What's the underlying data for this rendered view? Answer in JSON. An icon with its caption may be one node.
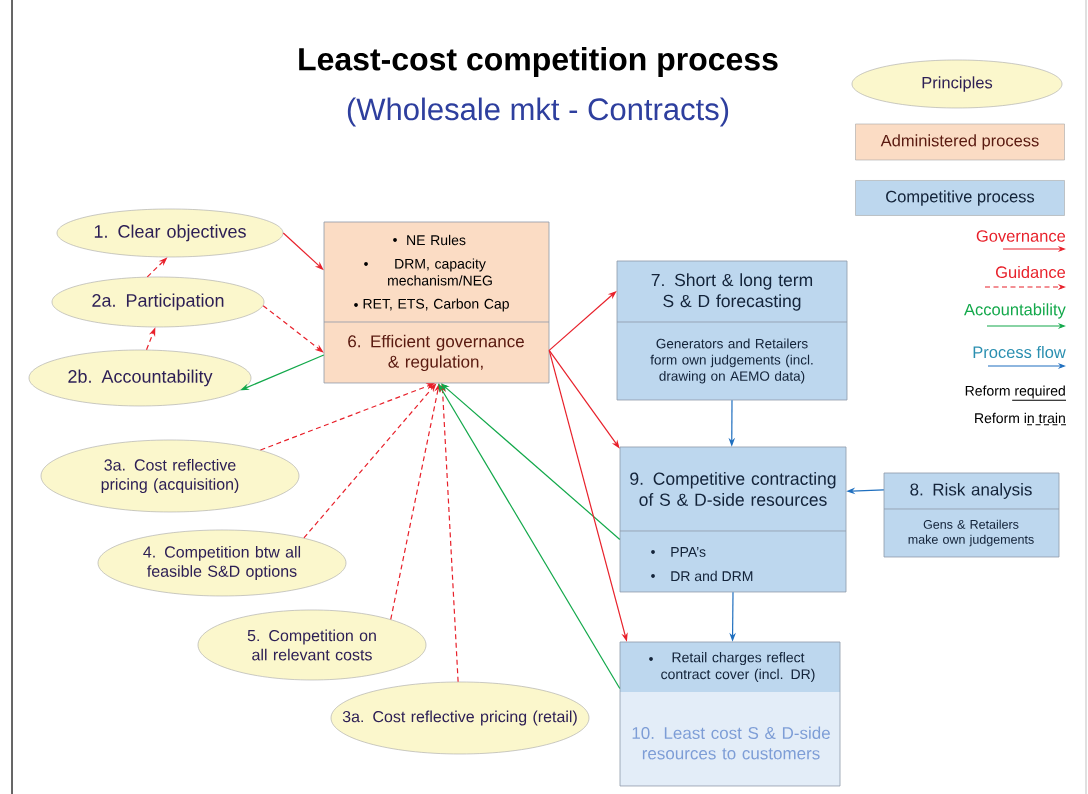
{
  "diagram": {
    "title": "Least-cost competition process",
    "nodes": [
      {
        "text": [
          "1. Clear objectives"
        ]
      },
      {
        "text": [
          "2a. Participation"
        ]
      },
      {
        "text": [
          "2b. Accountability"
        ]
      },
      {
        "text": [
          "3a. Cost reflective pricing (acquisition)"
        ]
      },
      {
        "text": [
          "4. Competition btw all feasible S&D options"
        ]
      },
      {
        "text": [
          "5. Competition on all relevant costs"
        ]
      },
      {
        "text": [
          "3a. Cost reflective pricing (retail)"
        ]
      },
      {
        "text": [
          "NE Rules",
          "DRM, capacity mechanism/NEG",
          "RET, ETS, Carbon Cap",
          "6. Efficient governance & regulation,"
        ]
      },
      {
        "text": [
          "7. Short & long term S & D forecasting",
          "Generators and Retailers form own judgements (incl. drawing on AEMO data)"
        ]
      },
      {
        "text": [
          "9. Competitive contracting of S & D-side resources",
          "PPA’s",
          "DR and DRM"
        ]
      },
      {
        "text": [
          "8. Risk analysis",
          "Gens & Retailers make own judgements"
        ]
      },
      {
        "text": [
          "Retail charges reflect contract cover (incl. DR)",
          "10. Least cost S & D-side resources to customers"
        ]
      }
    ],
    "edges": [
      {
        "from": 0,
        "to": 7,
        "arrow": "to"
      },
      {
        "from": 1,
        "to": 0,
        "arrow": "to",
        "style": "dashed"
      },
      {
        "from": 2,
        "to": 1,
        "arrow": "to",
        "style": "dashed"
      },
      {
        "from": 1,
        "to": 7,
        "arrow": "to",
        "style": "dashed"
      },
      {
        "from": 7,
        "to": 2,
        "arrow": "to",
        "color": "#12a84a"
      },
      {
        "from": 3,
        "to": 7,
        "arrow": "to",
        "style": "dashed"
      },
      {
        "from": 4,
        "to": 7,
        "arrow": "to",
        "style": "dashed"
      },
      {
        "from": 5,
        "to": 7,
        "arrow": "to",
        "style": "dashed"
      },
      {
        "from": 6,
        "to": 7,
        "arrow": "to",
        "style": "dashed"
      },
      {
        "from": 9,
        "to": 7,
        "arrow": "to",
        "color": "#12a84a"
      },
      {
        "from": 11,
        "to": 7,
        "arrow": "to",
        "color": "#12a84a"
      },
      {
        "from": 7,
        "to": 8,
        "arrow": "to"
      },
      {
        "from": 7,
        "to": 9,
        "arrow": "to"
      },
      {
        "from": 7,
        "to": 11,
        "arrow": "to"
      },
      {
        "from": 8,
        "to": 9,
        "arrow": "to",
        "color": "#1f6fbf"
      },
      {
        "from": 10,
        "to": 9,
        "arrow": "to",
        "color": "#1f6fbf"
      },
      {
        "from": 9,
        "to": 11,
        "arrow": "to",
        "color": "#1f6fbf"
      }
    ],
    "labels": [
      "(Wholesale mkt - Contracts)"
    ],
    "legend": [
      {
        "text": "Principles",
        "color": "#fbf7cc"
      },
      {
        "text": "Administered process",
        "color": "#fbdcc4"
      },
      {
        "text": "Competitive process",
        "color": "#bdd7ee"
      },
      {
        "text": "Governance"
      },
      {
        "text": "Guidance"
      },
      {
        "text": "Accountability"
      },
      {
        "text": "Process flow"
      },
      {
        "text": "Reform required"
      },
      {
        "text": "Reform in train"
      }
    ]
  }
}
